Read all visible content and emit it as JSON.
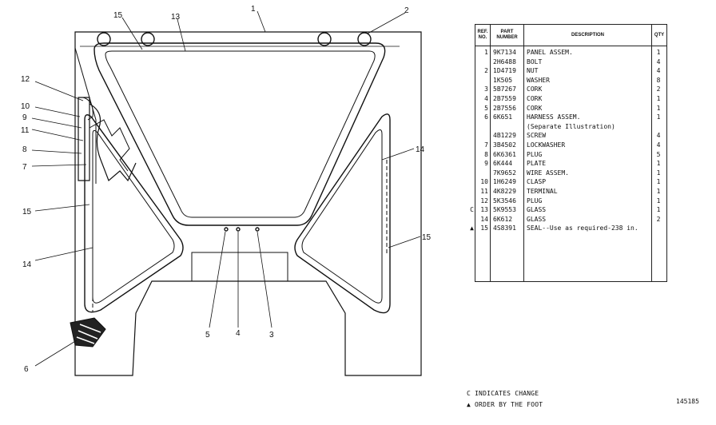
{
  "diagram": {
    "callouts": [
      "1",
      "2",
      "3",
      "4",
      "5",
      "6",
      "7",
      "8",
      "9",
      "10",
      "11",
      "12",
      "13",
      "14",
      "14",
      "15",
      "15",
      "15"
    ]
  },
  "parts_table": {
    "headers": {
      "ref_no": "REF. NO.",
      "part_number": "PART NUMBER",
      "description": "DESCRIPTION",
      "qty": "QTY"
    },
    "rows": [
      {
        "mark": "",
        "ref": "1",
        "part": "9K7134",
        "desc": "PANEL ASSEM.",
        "qty": "1"
      },
      {
        "mark": "",
        "ref": "",
        "part": "2H6488",
        "desc": "BOLT",
        "qty": "4"
      },
      {
        "mark": "",
        "ref": "2",
        "part": "1D4719",
        "desc": "NUT",
        "qty": "4"
      },
      {
        "mark": "",
        "ref": "",
        "part": "1K505",
        "desc": "WASHER",
        "qty": "8"
      },
      {
        "mark": "",
        "ref": "3",
        "part": "5B7267",
        "desc": "CORK",
        "qty": "2"
      },
      {
        "mark": "",
        "ref": "4",
        "part": "2B7559",
        "desc": "CORK",
        "qty": "1"
      },
      {
        "mark": "",
        "ref": "5",
        "part": "2B7556",
        "desc": "CORK",
        "qty": "1"
      },
      {
        "mark": "",
        "ref": "6",
        "part": "6K651",
        "desc": "HARNESS ASSEM.",
        "qty": "1"
      },
      {
        "mark": "",
        "ref": "",
        "part": "",
        "desc": "(Separate Illustration)",
        "qty": ""
      },
      {
        "mark": "",
        "ref": "",
        "part": "4B1229",
        "desc": "SCREW",
        "qty": "4"
      },
      {
        "mark": "",
        "ref": "7",
        "part": "3B4502",
        "desc": "LOCKWASHER",
        "qty": "4"
      },
      {
        "mark": "",
        "ref": "8",
        "part": "6K6361",
        "desc": "PLUG",
        "qty": "5"
      },
      {
        "mark": "",
        "ref": "9",
        "part": "6K444",
        "desc": "PLATE",
        "qty": "1"
      },
      {
        "mark": "",
        "ref": "",
        "part": "7K9652",
        "desc": "WIRE ASSEM.",
        "qty": "1"
      },
      {
        "mark": "",
        "ref": "10",
        "part": "1H6249",
        "desc": "CLASP",
        "qty": "1"
      },
      {
        "mark": "",
        "ref": "11",
        "part": "4K8229",
        "desc": "TERMINAL",
        "qty": "1"
      },
      {
        "mark": "",
        "ref": "12",
        "part": "5K3546",
        "desc": "PLUG",
        "qty": "1"
      },
      {
        "mark": "C",
        "ref": "13",
        "part": "5K9553",
        "desc": "GLASS",
        "qty": "1"
      },
      {
        "mark": "",
        "ref": "14",
        "part": "6K612",
        "desc": "GLASS",
        "qty": "2"
      },
      {
        "mark": "▲",
        "ref": "15",
        "part": "4S8391",
        "desc": "SEAL--Use as required-238 in.",
        "qty": ""
      }
    ]
  },
  "notes": {
    "change": "C INDICATES CHANGE",
    "foot": "▲ ORDER BY THE FOOT"
  },
  "figure_number": "145185"
}
